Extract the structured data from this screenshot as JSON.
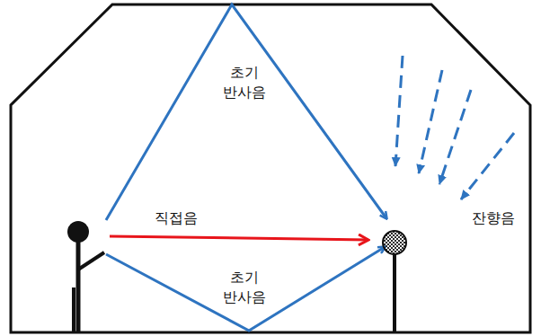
{
  "diagram": {
    "labels": [
      "초기 반사음",
      "직접음",
      "초기 반사음",
      "잔향음"
    ]
  }
}
